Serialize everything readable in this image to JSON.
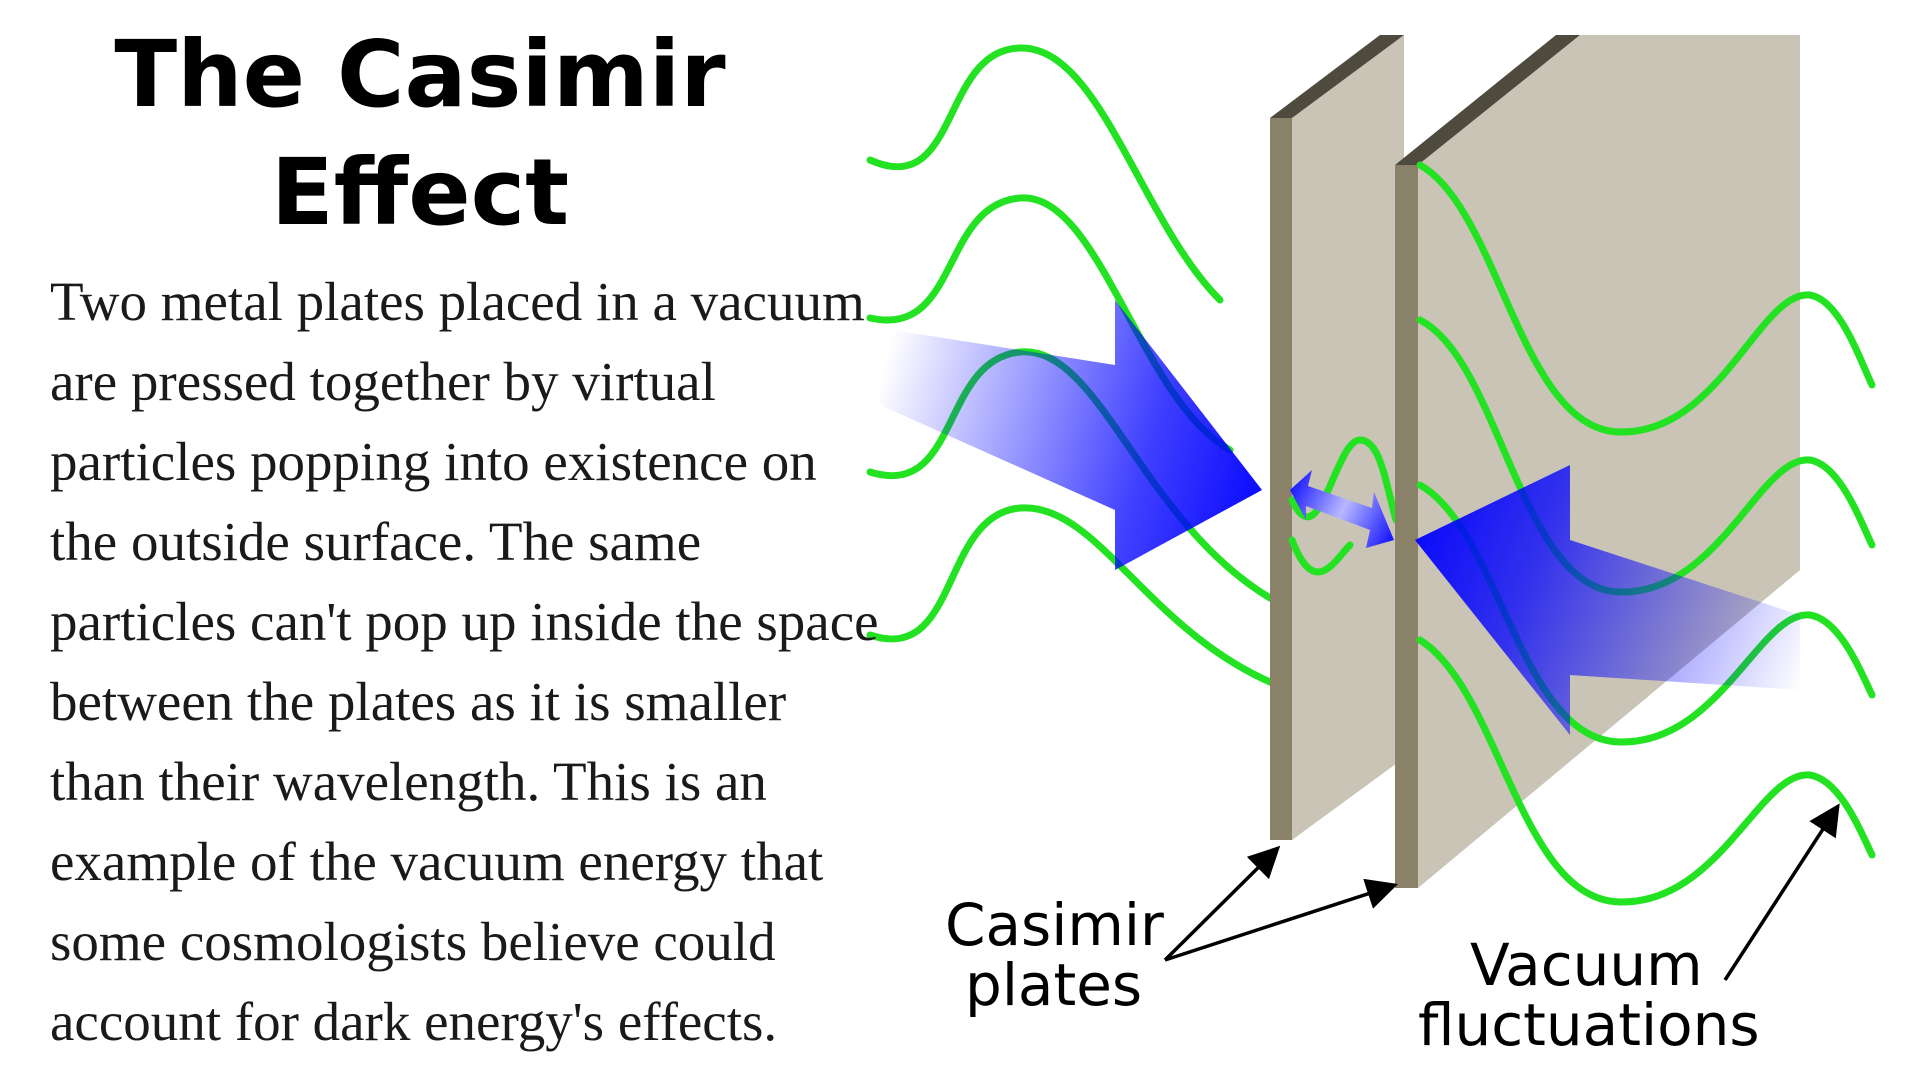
{
  "title": {
    "line1": "The Casimir",
    "line2": "Effect"
  },
  "description": {
    "lines": [
      "Two metal plates placed in a vacuum",
      "are pressed together by virtual",
      "particles popping into existence on",
      "the outside surface. The same",
      "particles can't pop up inside the space",
      "between the plates as it is smaller",
      "than their wavelength. This is an",
      "example of the vacuum energy that",
      "some cosmologists believe could",
      "account for dark energy's effects."
    ]
  },
  "diagram": {
    "labels": {
      "plates_line1": "Casimir",
      "plates_line2": "plates",
      "vacuum_line1": "Vacuum",
      "vacuum_line2": "fluctuations"
    },
    "colors": {
      "wave": "#22e222",
      "plate_face": "#c9c4b6",
      "plate_edge": "#8a8268",
      "plate_top": "#4e4a3e",
      "force_arrow": "#0000ff"
    }
  }
}
